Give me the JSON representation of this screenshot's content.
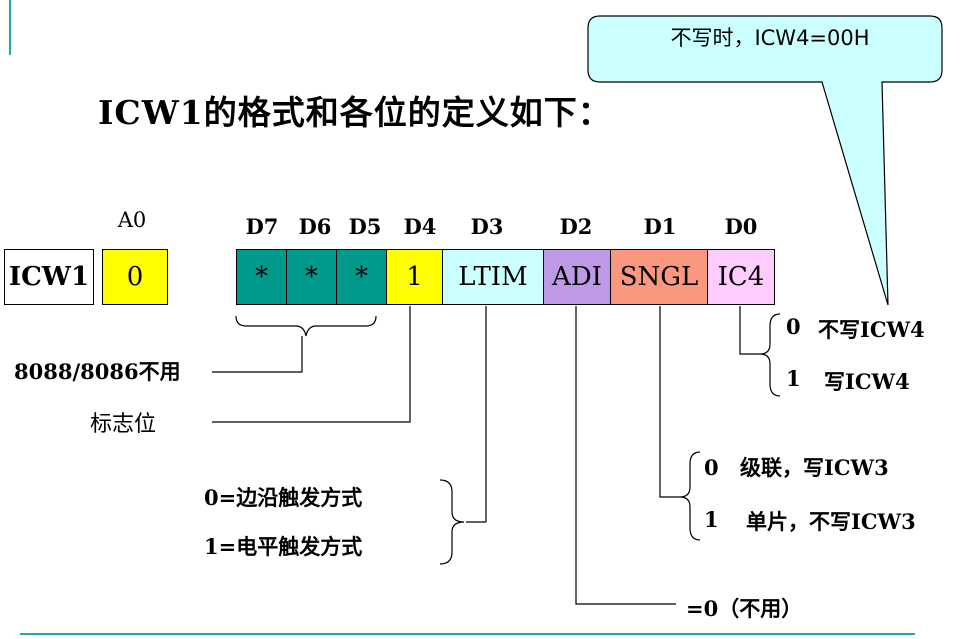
{
  "title": "ICW1的格式和各位的定义如下：",
  "callout": "不写时，ICW4=00H",
  "a0_label": "A0",
  "reg_name": "ICW1",
  "a0_value": "0",
  "bit_headers": [
    "D7",
    "D6",
    "D5",
    "D4",
    "D3",
    "D2",
    "D1",
    "D0"
  ],
  "bits": [
    "*",
    "*",
    "*",
    "1",
    "LTIM",
    "ADI",
    "SNGL",
    "IC4"
  ],
  "colors": {
    "d7_d5": "#009a8c",
    "d4": "#ffff00",
    "d3": "#ccffff",
    "d2": "#c099e6",
    "d1": "#f9977f",
    "d0": "#ffccff",
    "a0": "#ffff00",
    "callout_bg": "#ccffff",
    "accent_line": "#2aa6a0"
  },
  "notes": {
    "d7_d5": "8088/8086不用",
    "d4": "标志位",
    "ltim_0": "0=边沿触发方式",
    "ltim_1": "1=电平触发方式",
    "adi": "=0（不用）",
    "sngl_0_bit": "0",
    "sngl_0_text": "级联，写ICW3",
    "sngl_1_bit": "1",
    "sngl_1_text": "单片，不写ICW3",
    "ic4_0_bit": "0",
    "ic4_0_text": "不写ICW4",
    "ic4_1_bit": "1",
    "ic4_1_text": "写ICW4"
  }
}
